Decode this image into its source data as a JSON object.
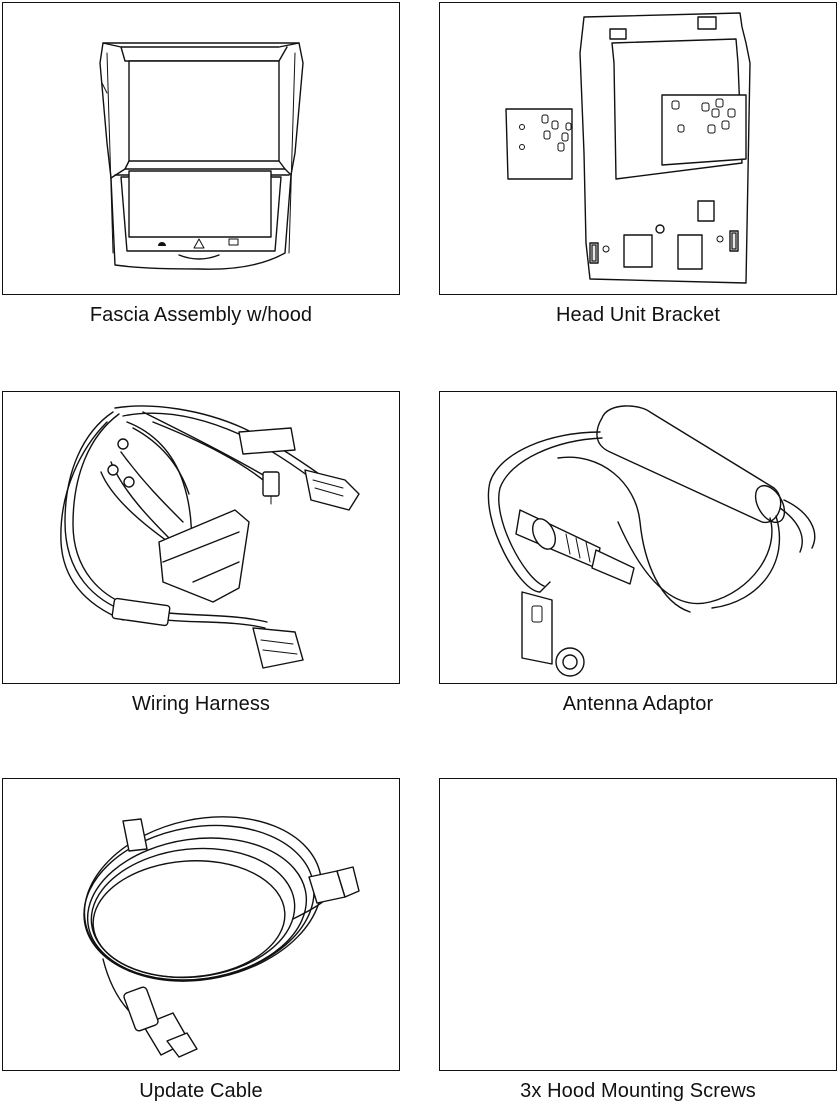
{
  "parts": [
    {
      "caption": "Fascia Assembly w/hood",
      "icon": "fascia-assembly-illustration"
    },
    {
      "caption": "Head Unit Bracket",
      "icon": "head-unit-bracket-illustration"
    },
    {
      "caption": "Wiring Harness",
      "icon": "wiring-harness-illustration"
    },
    {
      "caption": "Antenna Adaptor",
      "icon": "antenna-adaptor-illustration"
    },
    {
      "caption": "Update Cable",
      "icon": "usb-update-cable-illustration"
    },
    {
      "caption": "3x Hood Mounting Screws",
      "icon": "empty-image-placeholder"
    }
  ]
}
